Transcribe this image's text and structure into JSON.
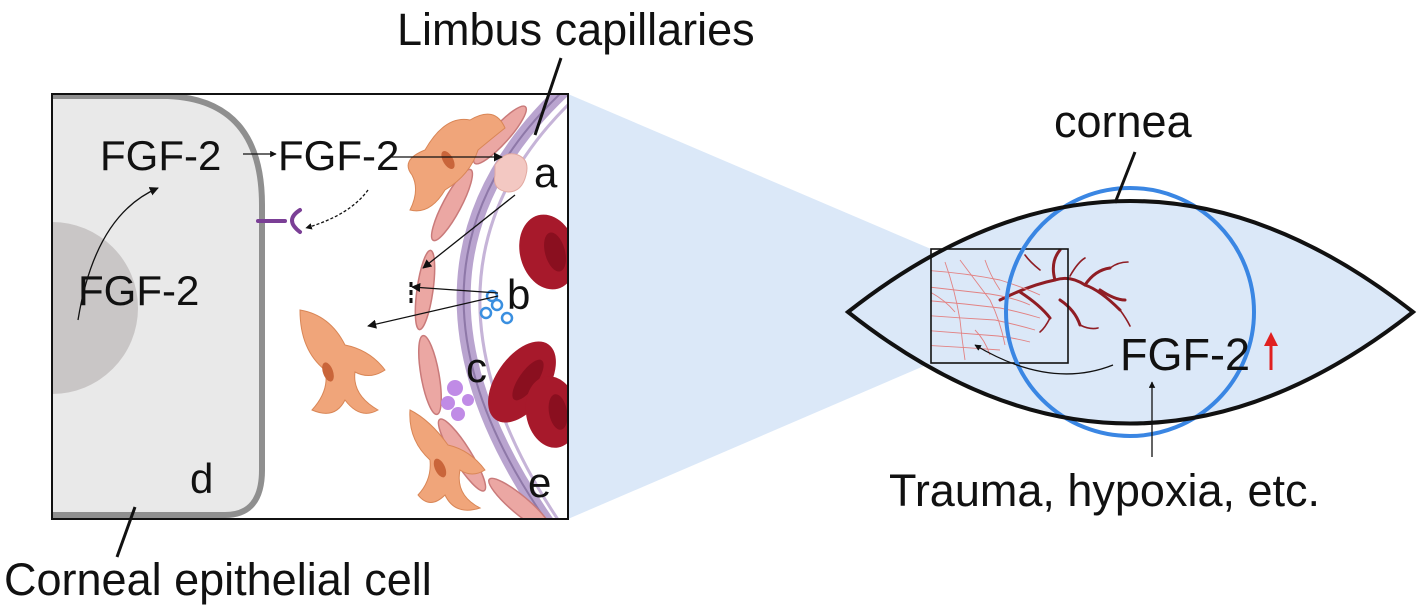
{
  "labels": {
    "limbus": "Limbus capillaries",
    "fgf2_top_left": "FGF-2",
    "fgf2_top_right": "FGF-2",
    "fgf2_nucleus": "FGF-2",
    "fgf2_eye": "FGF-2",
    "marker_a": "a",
    "marker_b": "b",
    "marker_c": "c",
    "marker_d": "d",
    "marker_e": "e",
    "cornea": "cornea",
    "trauma": "Trauma, hypoxia, etc.",
    "epithelial": "Corneal epithelial cell"
  },
  "colors": {
    "cell_fill": "#e9e9e9",
    "cell_border": "#8f8f8f",
    "nucleus": "#c9c6c6",
    "pericyte": "#f0a57a",
    "vessel_wall": "#b9a4cf",
    "endothelium": "#eba7a3",
    "rbc": "#a7192b",
    "receptor": "#7b3f96",
    "vesicle_blue": "#3a8fe0",
    "vesicle_purple": "#c08be6",
    "projection": "#dbe8f8",
    "cornea_circle": "#3a86e3",
    "vessels_eye": "#8f1d24",
    "up_arrow": "#e02020"
  }
}
